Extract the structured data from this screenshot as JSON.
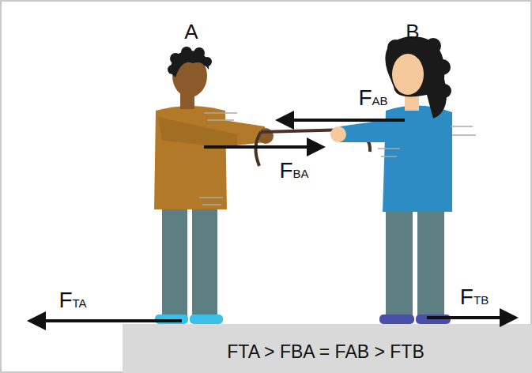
{
  "diagram": {
    "labels": [
      "A",
      "B",
      "FAB",
      "FBA",
      "FTA",
      "FTB",
      "FTA > FBA = FAB > FTB"
    ]
  }
}
